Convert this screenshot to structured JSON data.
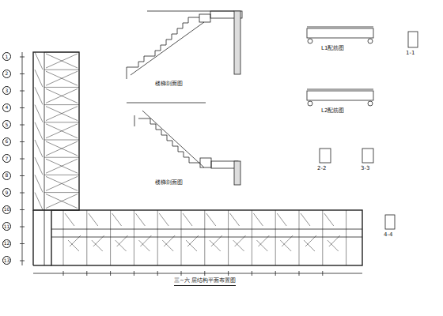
{
  "diagram": {
    "title": "三~六 层结构平面布置图",
    "nodes": [
      {
        "text": [
          "1"
        ]
      },
      {
        "text": [
          "2"
        ]
      },
      {
        "text": [
          "3"
        ]
      },
      {
        "text": [
          "4"
        ]
      },
      {
        "text": [
          "5"
        ]
      },
      {
        "text": [
          "6"
        ]
      },
      {
        "text": [
          "7"
        ]
      },
      {
        "text": [
          "8"
        ]
      },
      {
        "text": [
          "9"
        ]
      },
      {
        "text": [
          "10"
        ]
      },
      {
        "text": [
          "11"
        ]
      },
      {
        "text": [
          "12"
        ]
      },
      {
        "text": [
          "13"
        ]
      }
    ],
    "labels": [
      "楼梯剖面图",
      "楼梯剖面图",
      "L1配筋图",
      "L2配筋图",
      "1-1",
      "2-2",
      "3-3",
      "4-4"
    ]
  }
}
